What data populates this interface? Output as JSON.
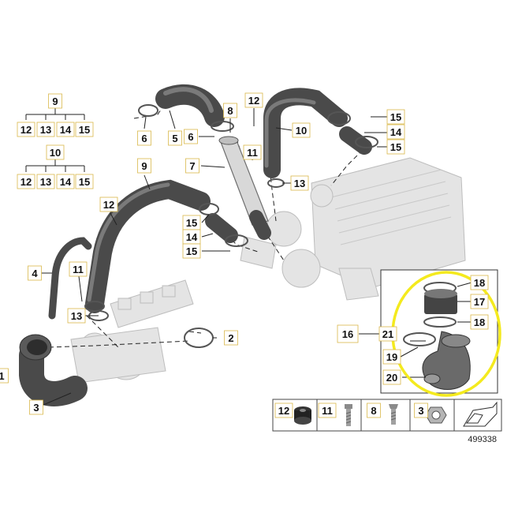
{
  "diagram": {
    "image_number": "499338",
    "colors": {
      "label_border": "#d9b84a",
      "highlight_label": "#f5e08a",
      "highlight_ring": "#f4ea1e",
      "hose": "#4a4a4a"
    },
    "callouts": [
      {
        "id": "c9a",
        "text": "9"
      },
      {
        "id": "c12a",
        "text": "12"
      },
      {
        "id": "c13a",
        "text": "13"
      },
      {
        "id": "c14a",
        "text": "14"
      },
      {
        "id": "c15a",
        "text": "15"
      },
      {
        "id": "c10a",
        "text": "10"
      },
      {
        "id": "c12b",
        "text": "12"
      },
      {
        "id": "c13b",
        "text": "13"
      },
      {
        "id": "c14b",
        "text": "14"
      },
      {
        "id": "c15b",
        "text": "15"
      },
      {
        "id": "c6a",
        "text": "6"
      },
      {
        "id": "c5",
        "text": "5"
      },
      {
        "id": "c6b",
        "text": "6"
      },
      {
        "id": "c8",
        "text": "8"
      },
      {
        "id": "c7",
        "text": "7"
      },
      {
        "id": "c12c",
        "text": "12"
      },
      {
        "id": "c11a",
        "text": "11"
      },
      {
        "id": "c10b",
        "text": "10"
      },
      {
        "id": "c13c",
        "text": "13"
      },
      {
        "id": "c15c",
        "text": "15"
      },
      {
        "id": "c14c",
        "text": "14"
      },
      {
        "id": "c15d",
        "text": "15"
      },
      {
        "id": "c9b",
        "text": "9"
      },
      {
        "id": "c12d",
        "text": "12"
      },
      {
        "id": "c15e",
        "text": "15"
      },
      {
        "id": "c14d",
        "text": "14"
      },
      {
        "id": "c15f",
        "text": "15"
      },
      {
        "id": "c4",
        "text": "4"
      },
      {
        "id": "c11b",
        "text": "11"
      },
      {
        "id": "c13d",
        "text": "13"
      },
      {
        "id": "c2",
        "text": "2"
      },
      {
        "id": "c1",
        "text": "1"
      },
      {
        "id": "c3",
        "text": "3"
      },
      {
        "id": "c16",
        "text": "16"
      },
      {
        "id": "c18a",
        "text": "18"
      },
      {
        "id": "c17",
        "text": "17"
      },
      {
        "id": "c18b",
        "text": "18"
      },
      {
        "id": "c21",
        "text": "21"
      },
      {
        "id": "c19",
        "text": "19"
      },
      {
        "id": "c20",
        "text": "20"
      }
    ],
    "legend": [
      {
        "id": "lg12",
        "text": "12",
        "icon": "grommet-icon"
      },
      {
        "id": "lg11",
        "text": "11",
        "icon": "bolt-icon"
      },
      {
        "id": "lg8",
        "text": "8",
        "icon": "screw-icon"
      },
      {
        "id": "lg3",
        "text": "3",
        "icon": "nut-icon"
      }
    ]
  }
}
